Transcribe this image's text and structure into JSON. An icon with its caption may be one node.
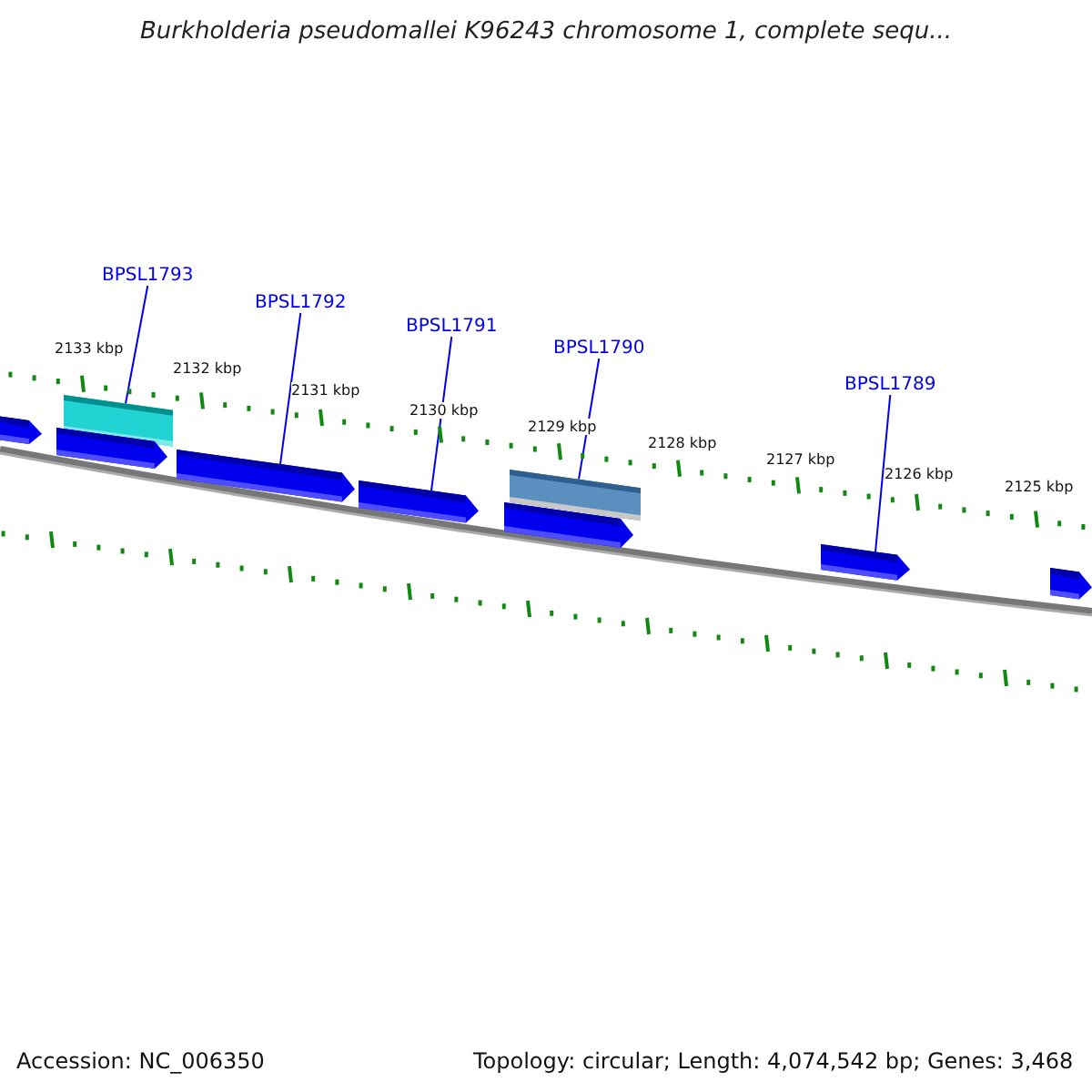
{
  "diagram": {
    "title": "Burkholderia pseudomallei K96243 chromosome 1, complete sequ...",
    "nodes": [
      {
        "text": [
          "BPSL1793"
        ]
      },
      {
        "text": [
          "BPSL1792"
        ]
      },
      {
        "text": [
          "BPSL1791"
        ]
      },
      {
        "text": [
          "BPSL1790"
        ]
      },
      {
        "text": [
          "BPSL1789"
        ]
      },
      {
        "text": [],
        "shape": "arrow"
      },
      {
        "text": [],
        "shape": "bar"
      },
      {
        "text": [],
        "shape": "arrow"
      },
      {
        "text": [],
        "shape": "arrow"
      },
      {
        "text": [],
        "shape": "arrow"
      },
      {
        "text": [],
        "shape": "bar"
      },
      {
        "text": [],
        "shape": "arrow"
      },
      {
        "text": [],
        "shape": "arrow"
      },
      {
        "text": [],
        "shape": "arrow"
      }
    ],
    "edges": [
      {
        "from": 0,
        "to": 6,
        "arrow": "none"
      },
      {
        "from": 1,
        "to": 8,
        "arrow": "none"
      },
      {
        "from": 2,
        "to": 9,
        "arrow": "none"
      },
      {
        "from": 3,
        "to": 10,
        "arrow": "none"
      },
      {
        "from": 4,
        "to": 12,
        "arrow": "none"
      }
    ],
    "labels": [
      "2133 kbp",
      "2132 kbp",
      "2131 kbp",
      "2130 kbp",
      "2129 kbp",
      "2128 kbp",
      "2127 kbp",
      "2126 kbp",
      "2125 kbp",
      "Accession: NC_006350",
      "Topology: circular; Length: 4,074,542 bp; Genes: 3,468"
    ]
  }
}
